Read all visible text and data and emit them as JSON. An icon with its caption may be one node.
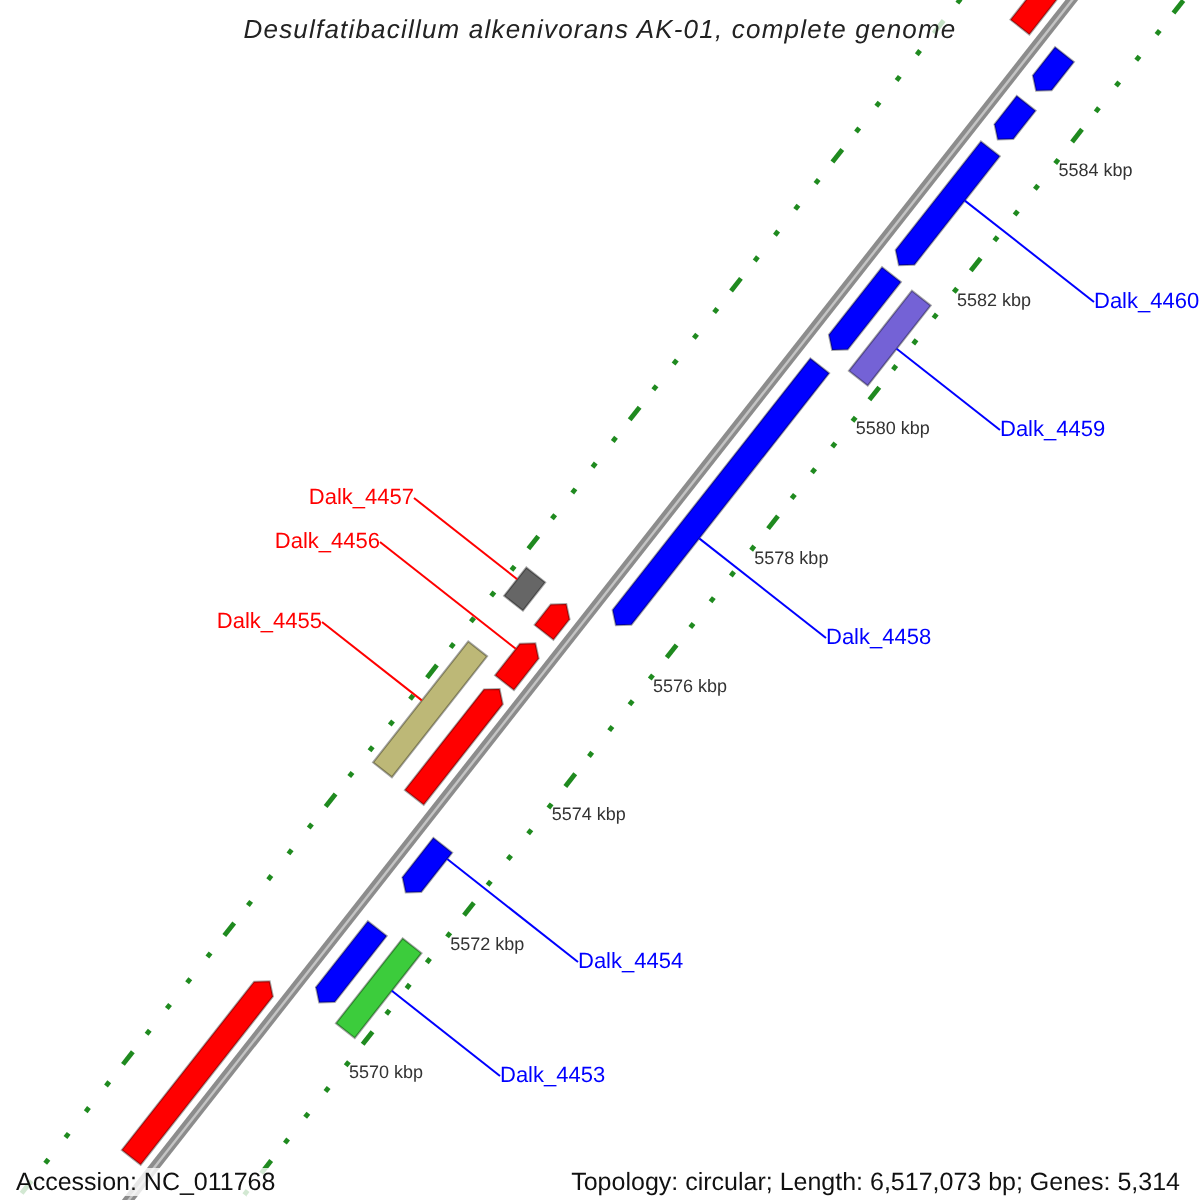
{
  "diagram": {
    "title": "Desulfatibacillum alkenivorans AK-01, complete genome",
    "nodes": [
      {
        "text": [
          "Dalk_4460"
        ]
      },
      {
        "text": [
          "Dalk_4459"
        ]
      },
      {
        "text": [
          "Dalk_4457"
        ]
      },
      {
        "text": [
          "Dalk_4456"
        ]
      },
      {
        "text": [
          "Dalk_4458"
        ]
      },
      {
        "text": [
          "Dalk_4455"
        ]
      },
      {
        "text": [
          "Dalk_4454"
        ]
      },
      {
        "text": [
          "Dalk_4453"
        ]
      },
      {
        "text": [],
        "shape": "pentagon"
      },
      {
        "text": [],
        "shape": "pentagon"
      },
      {
        "text": [],
        "shape": "pentagon"
      },
      {
        "text": [],
        "shape": "pentagon"
      },
      {
        "text": [],
        "shape": "pentagon"
      },
      {
        "text": [],
        "shape": "bar"
      },
      {
        "text": [],
        "shape": "pentagon"
      },
      {
        "text": [],
        "shape": "bar"
      },
      {
        "text": [],
        "shape": "pentagon"
      },
      {
        "text": [],
        "shape": "pentagon"
      },
      {
        "text": [],
        "shape": "bar"
      },
      {
        "text": [],
        "shape": "pentagon"
      },
      {
        "text": [],
        "shape": "pentagon"
      },
      {
        "text": [],
        "shape": "pentagon"
      },
      {
        "text": [],
        "shape": "bar"
      },
      {
        "text": [],
        "shape": "pentagon"
      }
    ],
    "edges": [
      {
        "from": 0,
        "to": 11,
        "arrow": "none"
      },
      {
        "from": 1,
        "to": 13,
        "arrow": "none"
      },
      {
        "from": 2,
        "to": 15,
        "arrow": "none",
        "color": "#ff0000"
      },
      {
        "from": 3,
        "to": 17,
        "arrow": "none",
        "color": "#ff0000"
      },
      {
        "from": 4,
        "to": 14,
        "arrow": "none"
      },
      {
        "from": 5,
        "to": 18,
        "arrow": "none",
        "color": "#ff0000"
      },
      {
        "from": 6,
        "to": 20,
        "arrow": "none"
      },
      {
        "from": 7,
        "to": 22,
        "arrow": "none"
      }
    ],
    "labels": [
      "5584 kbp",
      "5582 kbp",
      "5580 kbp",
      "5578 kbp",
      "5576 kbp",
      "5574 kbp",
      "5572 kbp",
      "5570 kbp",
      "Accession: NC_011768",
      "Topology: circular; Length: 6,517,073 bp; Genes: 5,314"
    ]
  }
}
